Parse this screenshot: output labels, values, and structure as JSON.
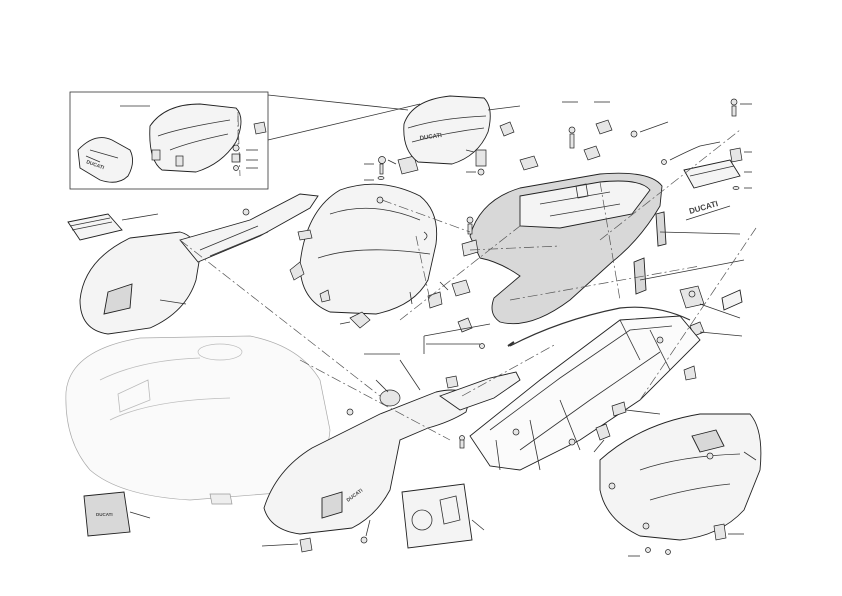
{
  "labels": {
    "ducati_logo_tail": "DUCATI",
    "ducati_logo_pillion": "DUCATI",
    "manual_text": "DUCATI"
  },
  "colors": {
    "line": "#333333",
    "part_fill": "#f4f4f4",
    "dark_fill": "#d8d8d8",
    "faint_line": "#aaaaaa"
  }
}
